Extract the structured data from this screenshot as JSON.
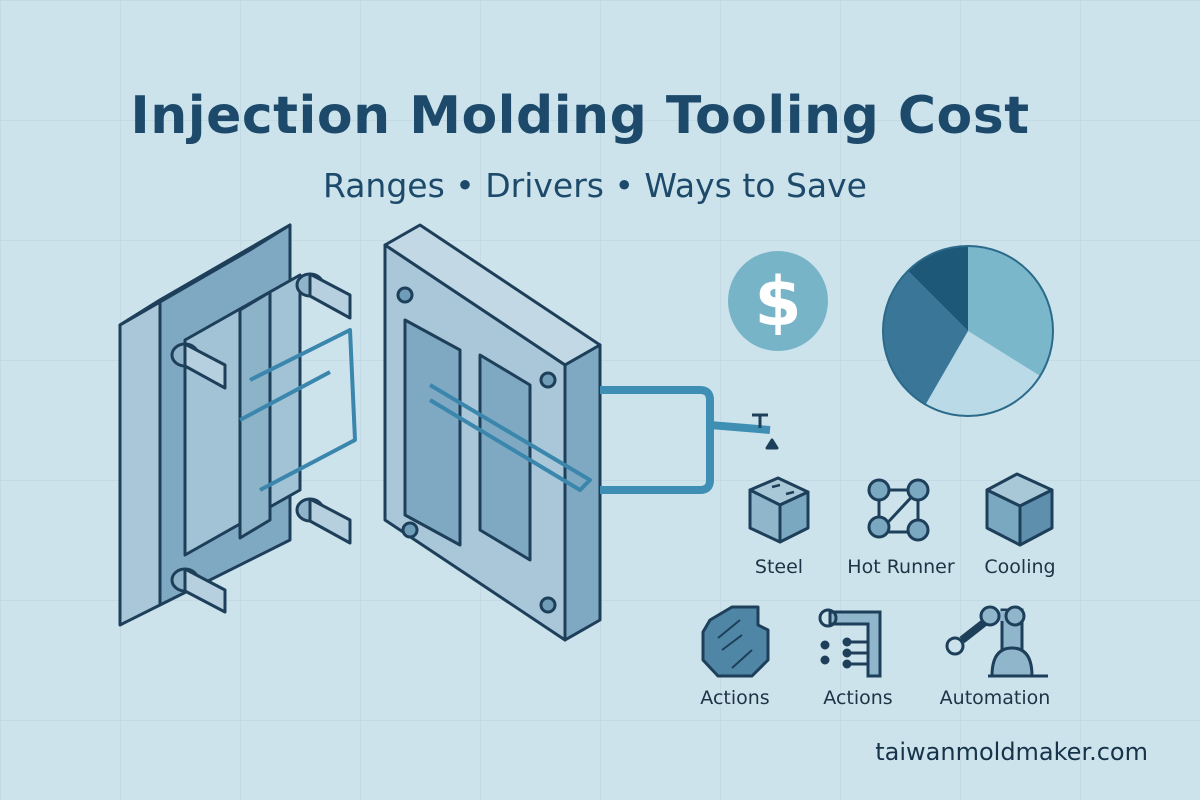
{
  "header": {
    "title": "Injection Molding Tooling Cost",
    "subtitle": "Ranges • Drivers • Ways to Save"
  },
  "icons": [
    {
      "label": "Steel",
      "icon": "steel-block-icon"
    },
    {
      "label": "Hot Runner",
      "icon": "hot-runner-icon"
    },
    {
      "label": "Cooling",
      "icon": "cooling-cube-icon"
    },
    {
      "label": "Actions",
      "icon": "actions-plate-icon"
    },
    {
      "label": "Actions",
      "icon": "actions-wrench-icon"
    },
    {
      "label": "Automation",
      "icon": "robot-arm-icon"
    }
  ],
  "dollar_symbol": "$",
  "pie_colors": [
    "#7ab7cb",
    "#b9dae6",
    "#3a7698",
    "#1e5878"
  ],
  "footer": {
    "website": "taiwanmoldmaker.com"
  }
}
